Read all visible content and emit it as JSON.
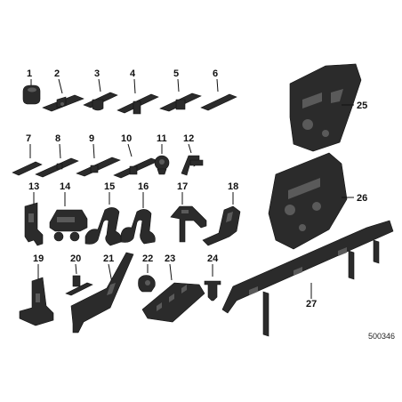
{
  "diagram": {
    "reference_number": "500346",
    "parts": [
      {
        "number": "1"
      },
      {
        "number": "2"
      },
      {
        "number": "3"
      },
      {
        "number": "4"
      },
      {
        "number": "5"
      },
      {
        "number": "6"
      },
      {
        "number": "7"
      },
      {
        "number": "8"
      },
      {
        "number": "9"
      },
      {
        "number": "10"
      },
      {
        "number": "11"
      },
      {
        "number": "12"
      },
      {
        "number": "13"
      },
      {
        "number": "14"
      },
      {
        "number": "15"
      },
      {
        "number": "16"
      },
      {
        "number": "17"
      },
      {
        "number": "18"
      },
      {
        "number": "19"
      },
      {
        "number": "20"
      },
      {
        "number": "21"
      },
      {
        "number": "22"
      },
      {
        "number": "23"
      },
      {
        "number": "24"
      },
      {
        "number": "25"
      },
      {
        "number": "26"
      },
      {
        "number": "27"
      }
    ]
  },
  "colors": {
    "part_fill": "#2b2b2b",
    "part_highlight": "#5a5a5a",
    "background": "#ffffff"
  }
}
